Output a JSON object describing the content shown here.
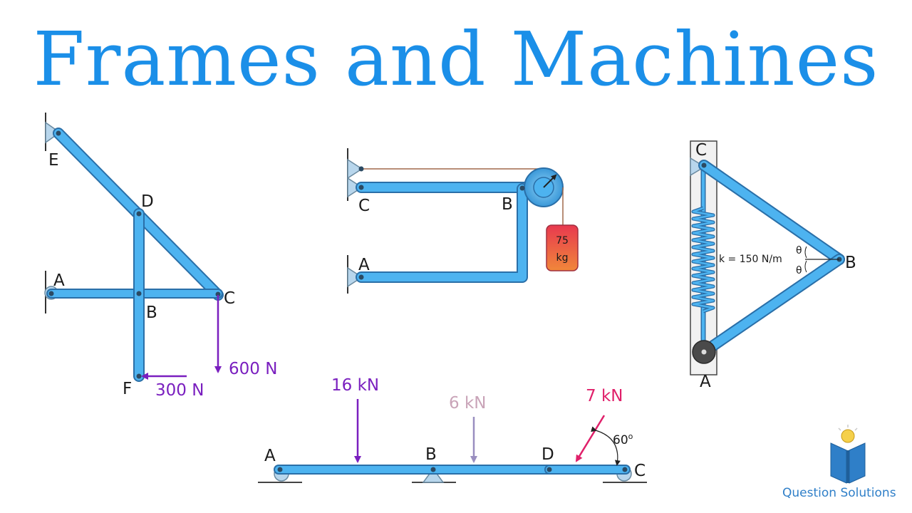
{
  "title": "Frames and Machines",
  "colors": {
    "title": "#1b8fe8",
    "member": "#4db3f0",
    "member_edge": "#2a6fa8",
    "force_dark": "#7a1fbf",
    "force_light": "#c9a4b8",
    "force_pink": "#e0206a",
    "brand": "#2f7fc8"
  },
  "frame1": {
    "labels": {
      "E": "E",
      "D": "D",
      "A": "A",
      "B": "B",
      "C": "C",
      "F": "F"
    },
    "loads": {
      "vertical": "600 N",
      "horizontal": "300 N"
    }
  },
  "frame2": {
    "labels": {
      "C": "C",
      "B": "B",
      "A": "A"
    },
    "mass": {
      "value": "75",
      "unit": "kg"
    }
  },
  "frame3": {
    "labels": {
      "C": "C",
      "B": "B",
      "A": "A"
    },
    "spring": "k = 150 N/m",
    "angle_upper": "θ",
    "angle_lower": "θ"
  },
  "beam": {
    "labels": {
      "A": "A",
      "B": "B",
      "D": "D",
      "C": "C"
    },
    "loads": {
      "first": "16 kN",
      "second": "6 kN",
      "third": "7 kN"
    },
    "angle": "60",
    "angle_sup": "o"
  },
  "brand": {
    "name": "Question Solutions",
    "logo": "book-lightbulb-logo"
  }
}
